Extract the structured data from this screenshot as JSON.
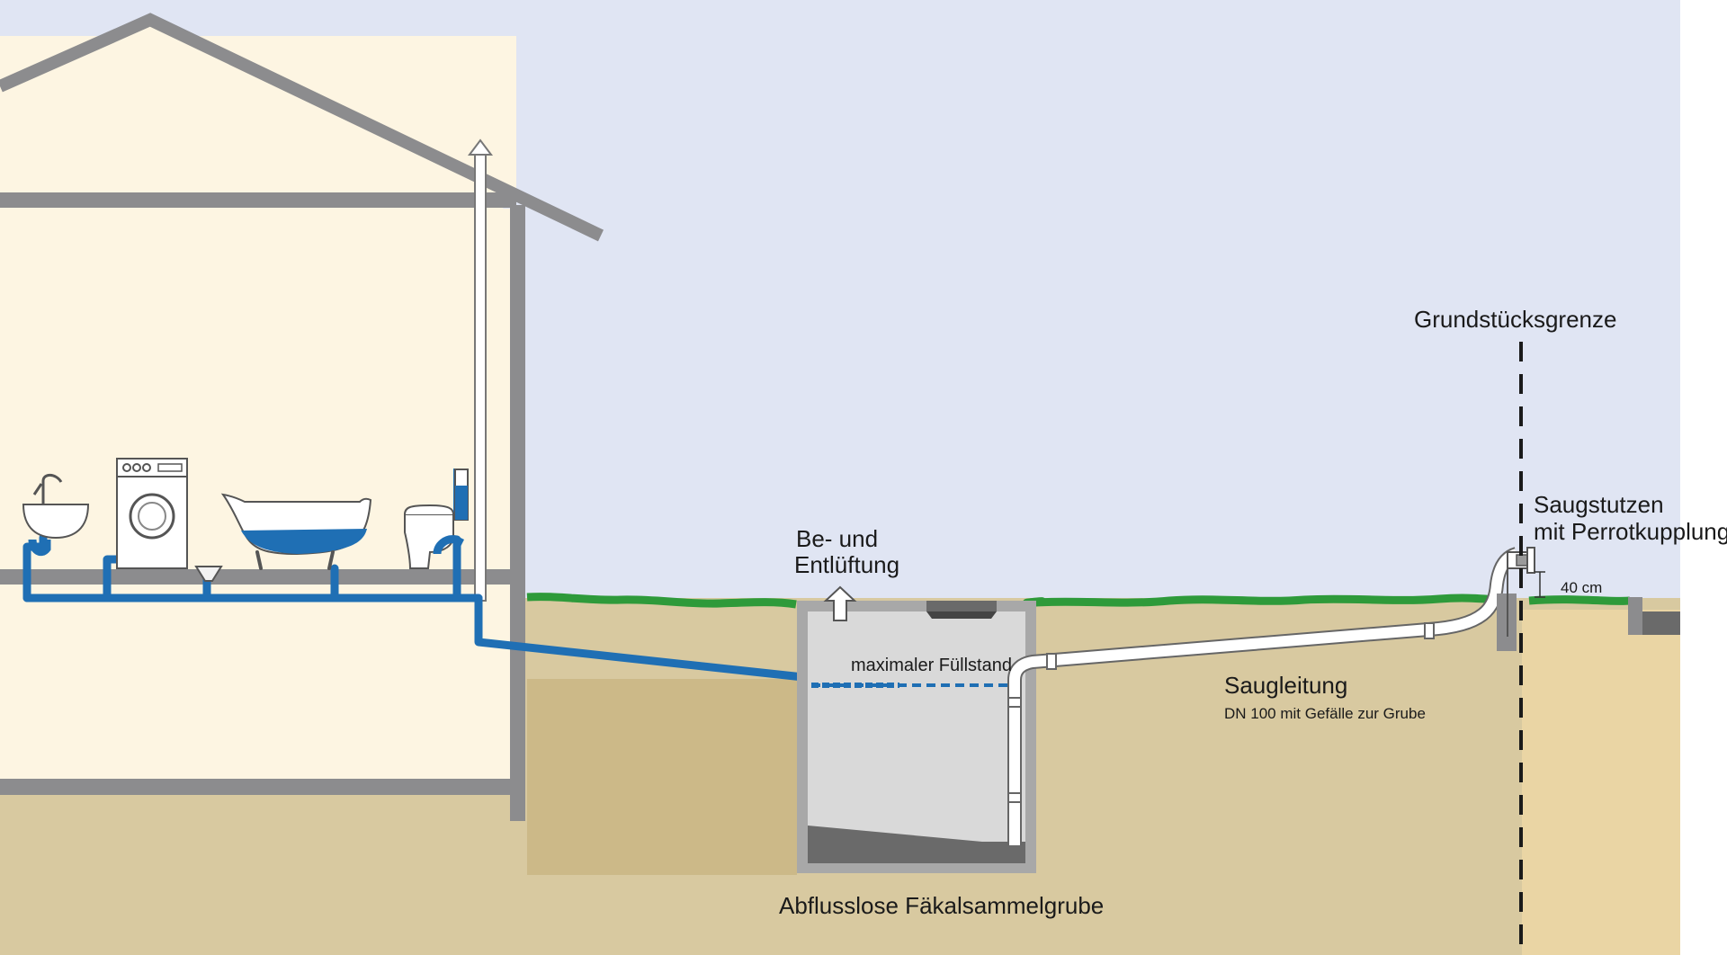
{
  "labels": {
    "property_line": "Grundstücksgrenze",
    "suction_socket_line1": "Saugstutzen",
    "suction_socket_line2": "mit Perrotkupplung",
    "height_marker": "40 cm",
    "vent_line1": "Be- und",
    "vent_line2": "Entlüftung",
    "max_level": "maximaler Füllstand",
    "suction_line": "Saugleitung",
    "suction_line_spec": "DN 100 mit Gefälle zur Grube",
    "tank": "Abflusslose Fäkalsammelgrube"
  },
  "colors": {
    "sky": "#e0e5f3",
    "house_wall": "#fdf5e2",
    "house_frame": "#8c8c8e",
    "soil": "#d8c9a0",
    "soil_dark": "#ccb988",
    "grass": "#2e9a3a",
    "drain_pipe": "#1f6fb4",
    "tank_wall": "#a8a8a8",
    "tank_inner": "#d9d9d9",
    "sediment": "#6a6a6a",
    "suction_pipe": "#ffffff",
    "property_line": "#1a1a1a"
  },
  "icons": [
    "sink-icon",
    "washing-machine-icon",
    "bathtub-icon",
    "toilet-icon",
    "floor-drain-icon",
    "vent-arrow-icon"
  ]
}
